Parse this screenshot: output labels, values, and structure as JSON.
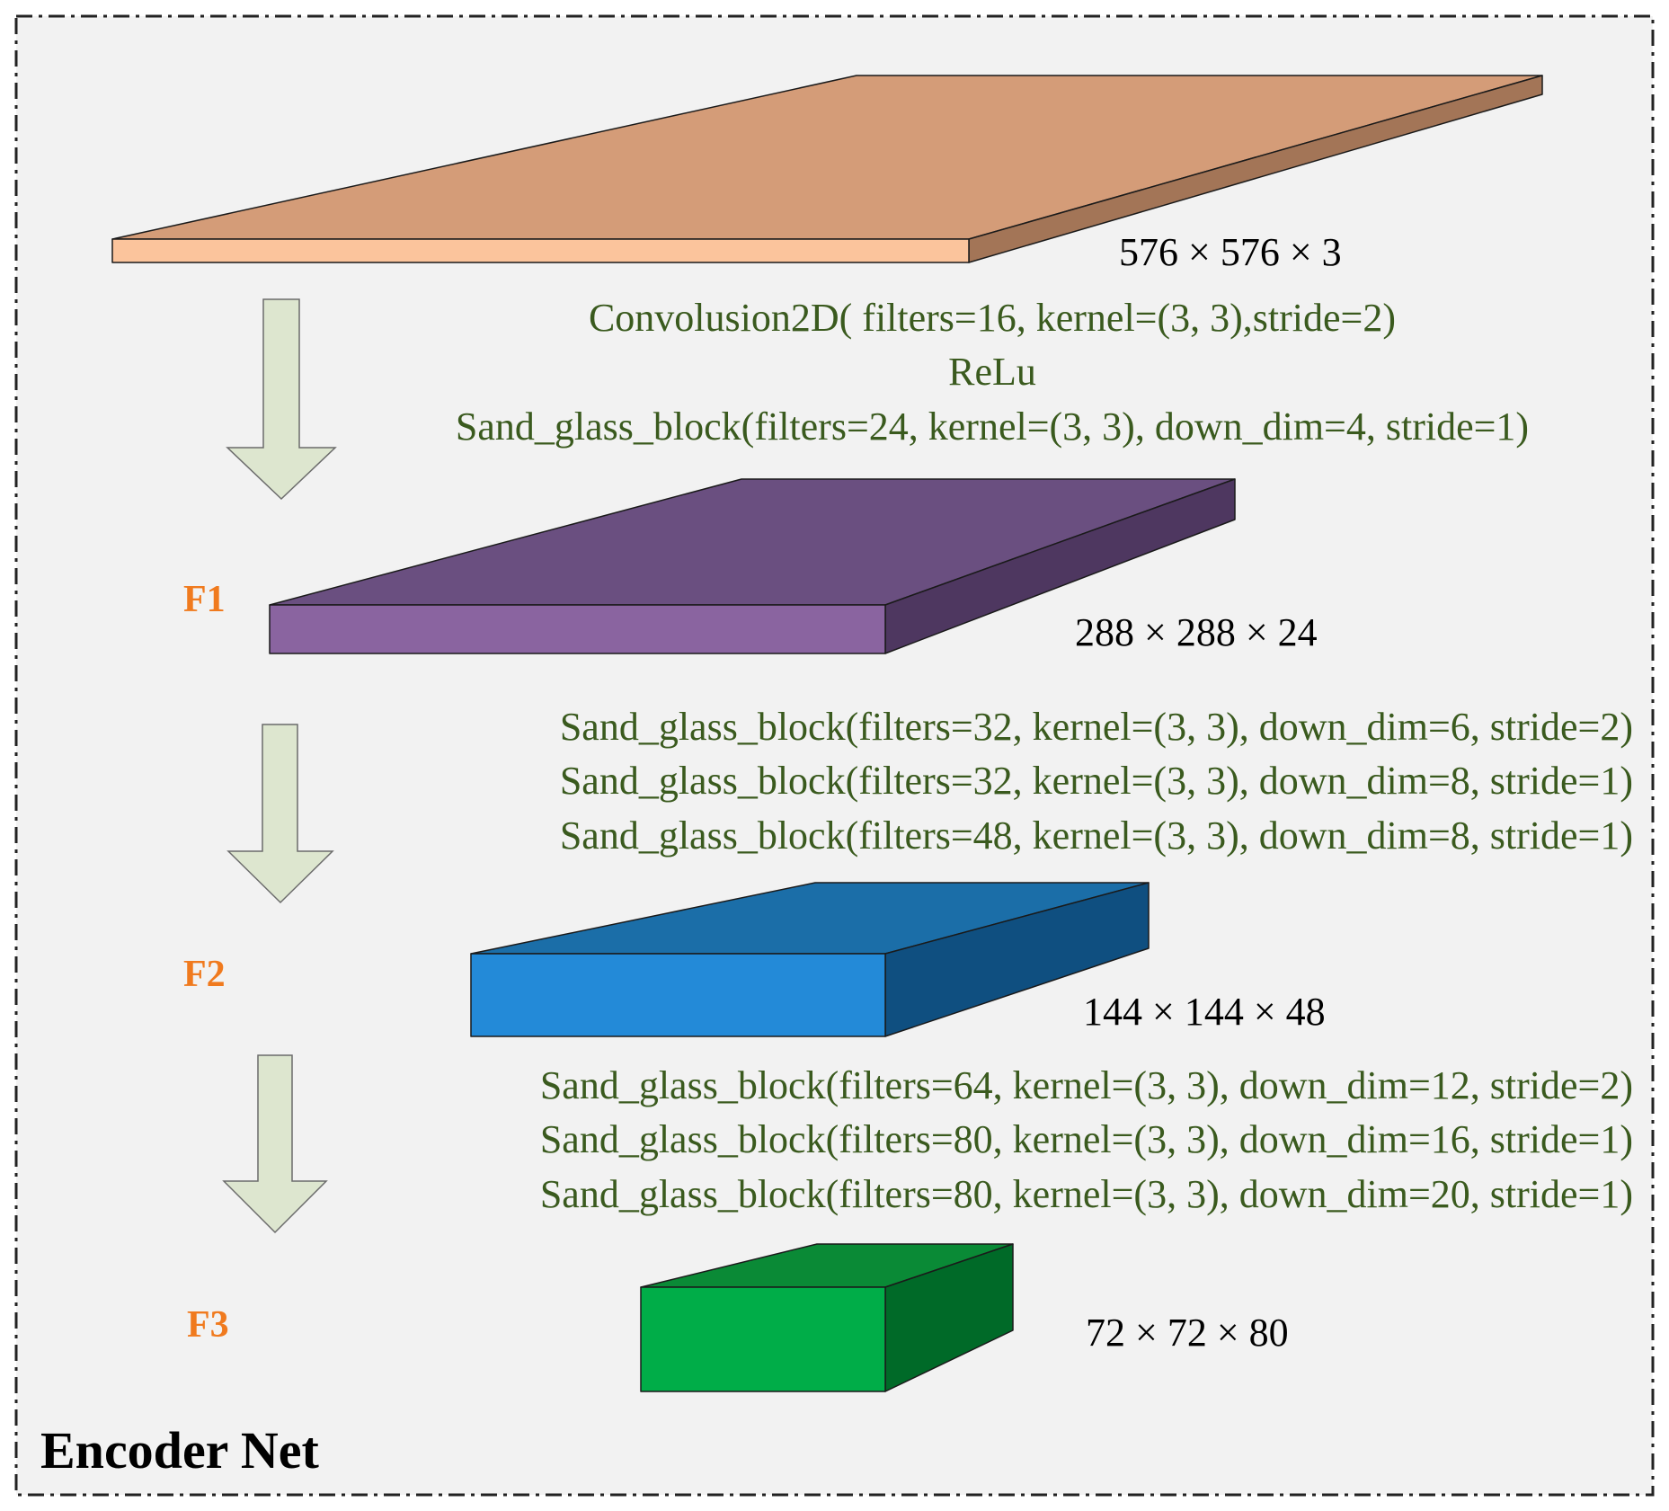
{
  "title": "Encoder Net",
  "colors": {
    "background": "#f2f2f2",
    "border": "#222222",
    "arrow_fill": "#dde6cf",
    "op_text": "#3a5a1e",
    "feature_label": "#f07a1e",
    "input_block": {
      "top": "#d49c78",
      "front": "#fbc49c",
      "side": "#a37557"
    },
    "f1_block": {
      "top": "#6a4f80",
      "front": "#8a64a0",
      "side": "#4e3760"
    },
    "f2_block": {
      "top": "#1b6ea8",
      "front": "#238ad8",
      "side": "#0f4f80"
    },
    "f3_block": {
      "top": "#0a8a36",
      "front": "#00ad48",
      "side": "#006a28"
    }
  },
  "input": {
    "size": "576 × 576 × 3"
  },
  "stage1": {
    "lines": [
      "Convolusion2D( filters=16, kernel=(3, 3),stride=2)",
      "ReLu",
      "Sand_glass_block(filters=24, kernel=(3, 3), down_dim=4, stride=1)"
    ]
  },
  "f1": {
    "label": "F1",
    "size": "288 × 288 × 24"
  },
  "stage2": {
    "lines": [
      "Sand_glass_block(filters=32, kernel=(3, 3), down_dim=6, stride=2)",
      "Sand_glass_block(filters=32, kernel=(3, 3), down_dim=8, stride=1)",
      "Sand_glass_block(filters=48, kernel=(3, 3), down_dim=8, stride=1)"
    ]
  },
  "f2": {
    "label": "F2",
    "size": "144 × 144 × 48"
  },
  "stage3": {
    "lines": [
      "Sand_glass_block(filters=64, kernel=(3, 3), down_dim=12, stride=2)",
      "Sand_glass_block(filters=80, kernel=(3, 3), down_dim=16, stride=1)",
      "Sand_glass_block(filters=80, kernel=(3, 3), down_dim=20, stride=1)"
    ]
  },
  "f3": {
    "label": "F3",
    "size": "72 × 72 × 80"
  }
}
